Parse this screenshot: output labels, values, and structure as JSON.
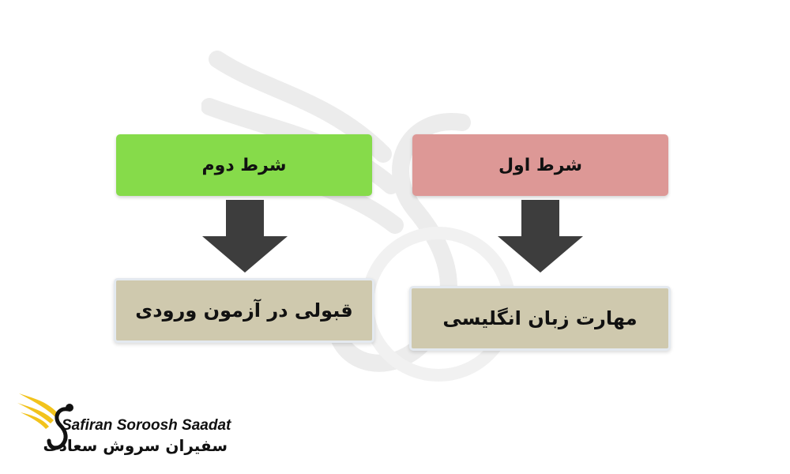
{
  "diagram": {
    "conditions": [
      {
        "heading": "شرط اول",
        "result": "مهارت زبان انگلیسی",
        "color": "#dd9896"
      },
      {
        "heading": "شرط دوم",
        "result": "قبولی در آزمون ورودی",
        "color": "#86db4a"
      }
    ],
    "result_color": "#cfc9ae",
    "arrow_color": "#3d3d3d"
  },
  "brand": {
    "name_en": "Safiran Soroosh Saadat",
    "name_fa": "سفیران سروش سعادت",
    "logo_color": "#f2c31c"
  }
}
